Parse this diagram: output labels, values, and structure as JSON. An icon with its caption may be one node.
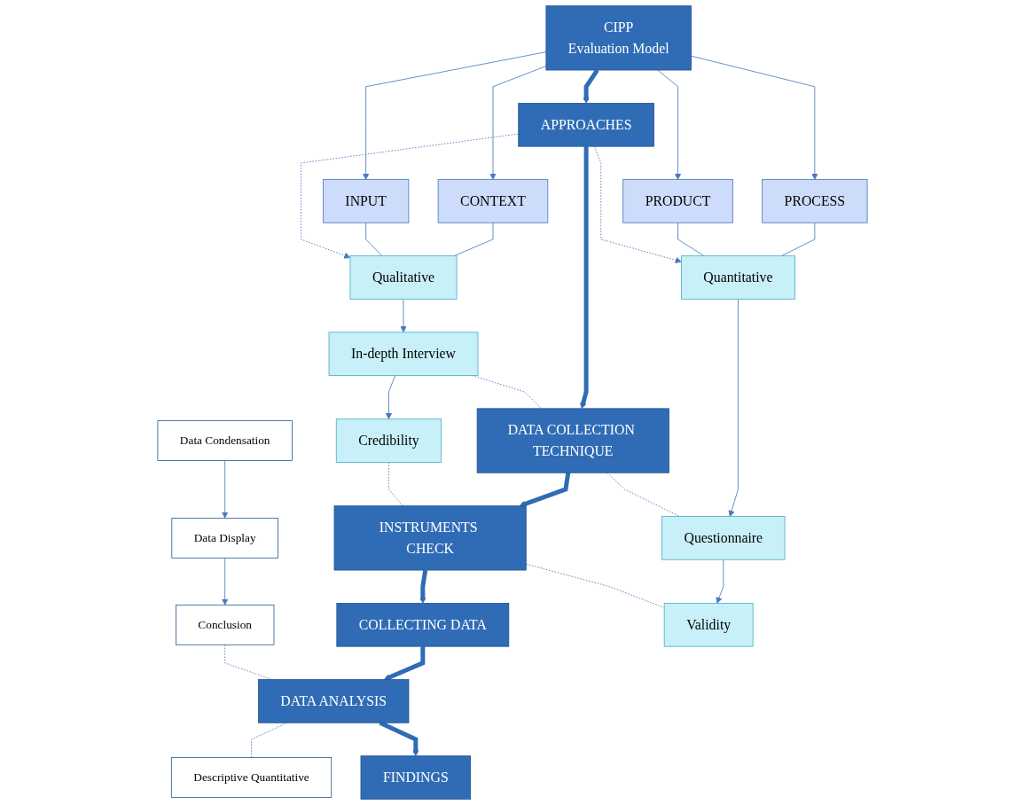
{
  "diagram": {
    "nodes": [
      {
        "text": [
          "CIPP",
          "Evaluation Model"
        ]
      },
      {
        "text": [
          "CONTEXT"
        ]
      },
      {
        "text": [
          "INPUT"
        ]
      },
      {
        "text": [
          "PROCESS"
        ]
      },
      {
        "text": [
          "PRODUCT"
        ]
      },
      {
        "text": [
          "Qualitative"
        ]
      },
      {
        "text": [
          "APPROACHES"
        ]
      },
      {
        "text": [
          "Quantitative"
        ]
      },
      {
        "text": [
          "In-depth Interview"
        ]
      },
      {
        "text": [
          "DATA COLLECTION TECHNIQUE"
        ]
      },
      {
        "text": [
          "Questionnaire"
        ]
      },
      {
        "text": [
          "Credibility"
        ]
      },
      {
        "text": [
          "INSTRUMENTS CHECK"
        ]
      },
      {
        "text": [
          "Validity"
        ]
      },
      {
        "text": [
          "COLLECTING DATA"
        ]
      },
      {
        "text": [
          "Data Condensation"
        ]
      },
      {
        "text": [
          "Data Display"
        ]
      },
      {
        "text": [
          "Conclusion"
        ]
      },
      {
        "text": [
          "DATA ANALYSIS"
        ]
      },
      {
        "text": [
          "Descriptive Quantitative"
        ]
      },
      {
        "text": [
          "FINDINGS"
        ]
      }
    ],
    "edges": [
      {
        "from": 0,
        "to": 1,
        "arrow": "to"
      },
      {
        "from": 0,
        "to": 2,
        "arrow": "to"
      },
      {
        "from": 0,
        "to": 3,
        "arrow": "to"
      },
      {
        "from": 0,
        "to": 4,
        "arrow": "to"
      },
      {
        "from": 0,
        "to": 6,
        "arrow": "to",
        "style": "thick"
      },
      {
        "from": 1,
        "to": 5,
        "arrow": "none"
      },
      {
        "from": 2,
        "to": 5,
        "arrow": "none"
      },
      {
        "from": 3,
        "to": 7,
        "arrow": "none"
      },
      {
        "from": 4,
        "to": 7,
        "arrow": "none"
      },
      {
        "from": 6,
        "to": 5,
        "arrow": "to",
        "style": "dashed"
      },
      {
        "from": 6,
        "to": 7,
        "arrow": "to",
        "style": "dashed"
      },
      {
        "from": 5,
        "to": 8,
        "arrow": "to"
      },
      {
        "from": 7,
        "to": 10,
        "arrow": "to"
      },
      {
        "from": 6,
        "to": 9,
        "arrow": "to",
        "style": "thick"
      },
      {
        "from": 8,
        "to": 9,
        "arrow": "none",
        "style": "dashed"
      },
      {
        "from": 9,
        "to": 10,
        "arrow": "none",
        "style": "dashed"
      },
      {
        "from": 8,
        "to": 11,
        "arrow": "to"
      },
      {
        "from": 10,
        "to": 13,
        "arrow": "to"
      },
      {
        "from": 9,
        "to": 12,
        "arrow": "to",
        "style": "thick"
      },
      {
        "from": 11,
        "to": 12,
        "arrow": "none",
        "style": "dashed"
      },
      {
        "from": 12,
        "to": 13,
        "arrow": "none",
        "style": "dashed"
      },
      {
        "from": 12,
        "to": 14,
        "arrow": "to",
        "style": "thick"
      },
      {
        "from": 14,
        "to": 18,
        "arrow": "to",
        "style": "thick"
      },
      {
        "from": 15,
        "to": 16,
        "arrow": "to"
      },
      {
        "from": 16,
        "to": 17,
        "arrow": "to"
      },
      {
        "from": 17,
        "to": 18,
        "arrow": "none",
        "style": "dashed"
      },
      {
        "from": 18,
        "to": 19,
        "arrow": "none",
        "style": "dashed"
      },
      {
        "from": 18,
        "to": 20,
        "arrow": "to",
        "style": "thick"
      }
    ]
  }
}
